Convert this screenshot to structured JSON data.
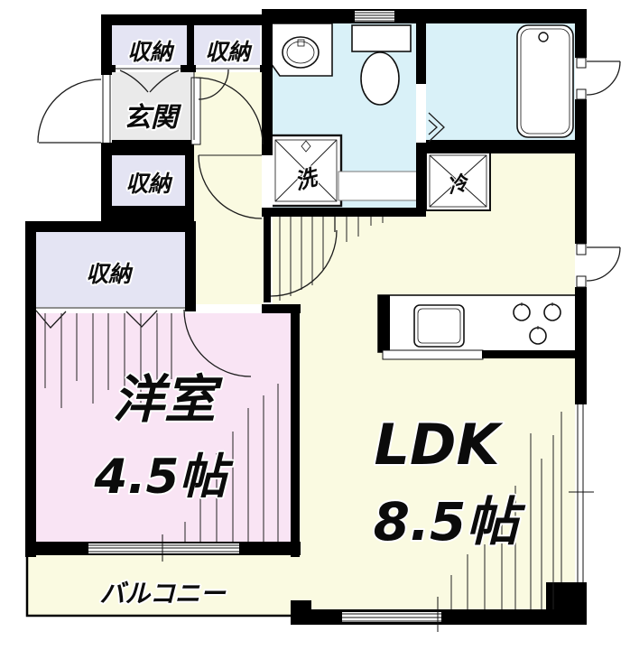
{
  "plan": {
    "type": "japanese-apartment-floor-plan",
    "rooms": {
      "closets": [
        {
          "label": "収納"
        },
        {
          "label": "収納"
        },
        {
          "label": "収納"
        },
        {
          "label": "収納"
        }
      ],
      "genkan": {
        "label": "玄関"
      },
      "western_room": {
        "label": "洋室",
        "size": "4.5帖"
      },
      "ldk": {
        "label": "LDK",
        "size": "8.5帖"
      },
      "balcony": {
        "label": "バルコニー"
      }
    },
    "fixtures": {
      "washing_machine": {
        "label": "洗"
      },
      "refrigerator": {
        "label": "冷"
      }
    },
    "colors": {
      "wall": "#000000",
      "closet": "#e4e4f3",
      "genkan": "#eaeaea",
      "wet_area": "#d9f1f8",
      "ldk": "#fafae1",
      "western_room": "#f9e4f4",
      "balcony": "#fafae1",
      "corridor": "#fafae1"
    }
  }
}
